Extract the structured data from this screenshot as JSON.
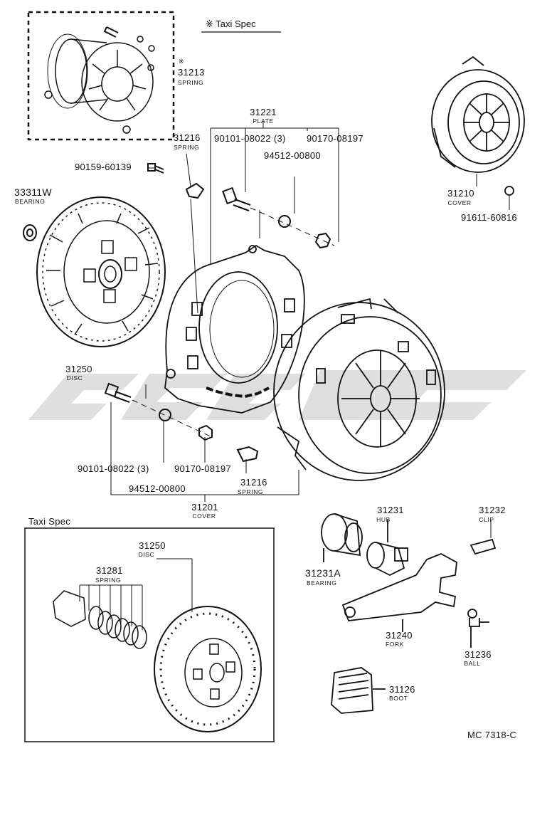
{
  "diagram_code": "MC 7318-C",
  "headers": {
    "taxi_spec_marked": "※ Taxi Spec",
    "taxi_spec_box": "Taxi Spec"
  },
  "parts": {
    "spring_31213": {
      "num": "31213",
      "mark": "※",
      "name": "SPRING"
    },
    "plate_31221": {
      "num": "31221",
      "name": "PLATE"
    },
    "spring_31216_top": {
      "num": "31216",
      "name": "SPRING"
    },
    "bolt_90101_top": {
      "num": "90101-08022 (3)"
    },
    "nut_90170_top": {
      "num": "90170-08197"
    },
    "washer_94512_top": {
      "num": "94512-00800"
    },
    "bolt_90159": {
      "num": "90159-60139"
    },
    "bearing_33311w": {
      "num": "33311W",
      "name": "BEARING"
    },
    "disc_31250": {
      "num": "31250",
      "name": "DISC"
    },
    "cover_31210": {
      "num": "31210",
      "name": "COVER"
    },
    "bolt_91611": {
      "num": "91611-60816"
    },
    "bolt_90101_bottom": {
      "num": "90101-08022 (3)"
    },
    "nut_90170_bottom": {
      "num": "90170-08197"
    },
    "washer_94512_bottom": {
      "num": "94512-00800"
    },
    "spring_31216_bottom": {
      "num": "31216",
      "name": "SPRING"
    },
    "cover_31201": {
      "num": "31201",
      "name": "COVER"
    },
    "disc_31250_taxi": {
      "num": "31250",
      "name": "DISC"
    },
    "spring_31281": {
      "num": "31281",
      "name": "SPRING"
    },
    "hub_31231": {
      "num": "31231",
      "name": "HUB"
    },
    "bearing_31231a": {
      "num": "31231A",
      "name": "BEARING"
    },
    "clip_31232": {
      "num": "31232",
      "name": "CLIP"
    },
    "fork_31240": {
      "num": "31240",
      "name": "FORK"
    },
    "ball_31236": {
      "num": "31236",
      "name": "BALL"
    },
    "boot_31126": {
      "num": "31126",
      "name": "BOOT"
    }
  },
  "colors": {
    "ink": "#111111",
    "watermark": "#d9d9d9"
  }
}
